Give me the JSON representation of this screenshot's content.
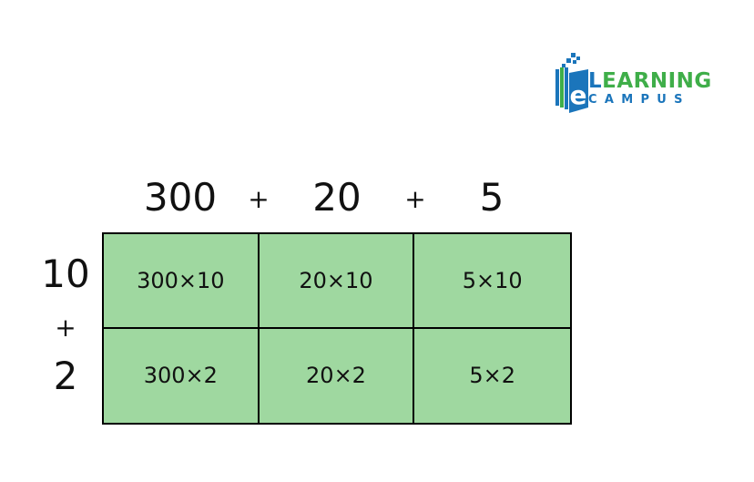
{
  "logo": {
    "initial": "e",
    "line1_first": "L",
    "line1_rest": "EARNING",
    "line2": "CAMPUS",
    "colors": {
      "blue": "#1b75bb",
      "green": "#3fae49"
    },
    "icon": "book-icon"
  },
  "top_terms": [
    "300",
    "20",
    "5"
  ],
  "top_operators": [
    "+",
    "+"
  ],
  "side_terms": [
    "10",
    "2"
  ],
  "side_operators": [
    "+"
  ],
  "grid": {
    "rows": [
      [
        "300×10",
        "20×10",
        "5×10"
      ],
      [
        "300×2",
        "20×2",
        "5×2"
      ]
    ],
    "cell_color": "#9fd8a0",
    "border_color": "#000000"
  }
}
